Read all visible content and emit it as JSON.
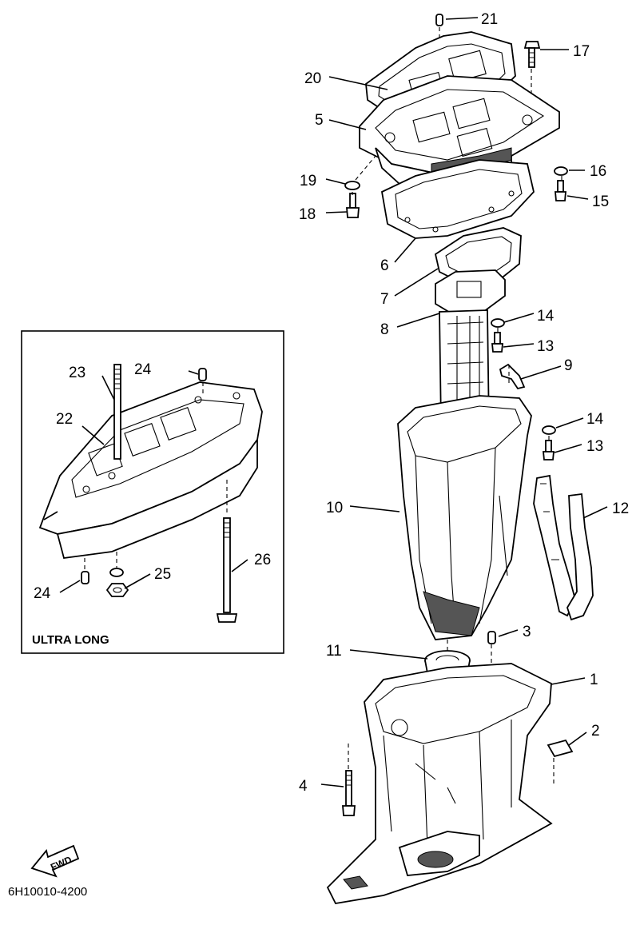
{
  "diagram": {
    "inset_label": "ULTRA LONG",
    "drawing_code": "6H10010-4200",
    "direction_label": "FWD",
    "callouts": {
      "p1": "1",
      "p2": "2",
      "p3": "3",
      "p4": "4",
      "p5": "5",
      "p6": "6",
      "p7": "7",
      "p8": "8",
      "p9": "9",
      "p10": "10",
      "p11": "11",
      "p12": "12",
      "p13a": "13",
      "p13b": "13",
      "p14a": "14",
      "p14b": "14",
      "p15": "15",
      "p16": "16",
      "p17": "17",
      "p18": "18",
      "p19": "19",
      "p20": "20",
      "p21": "21",
      "p22": "22",
      "p23": "23",
      "p24a": "24",
      "p24b": "24",
      "p25": "25",
      "p26": "26"
    }
  }
}
